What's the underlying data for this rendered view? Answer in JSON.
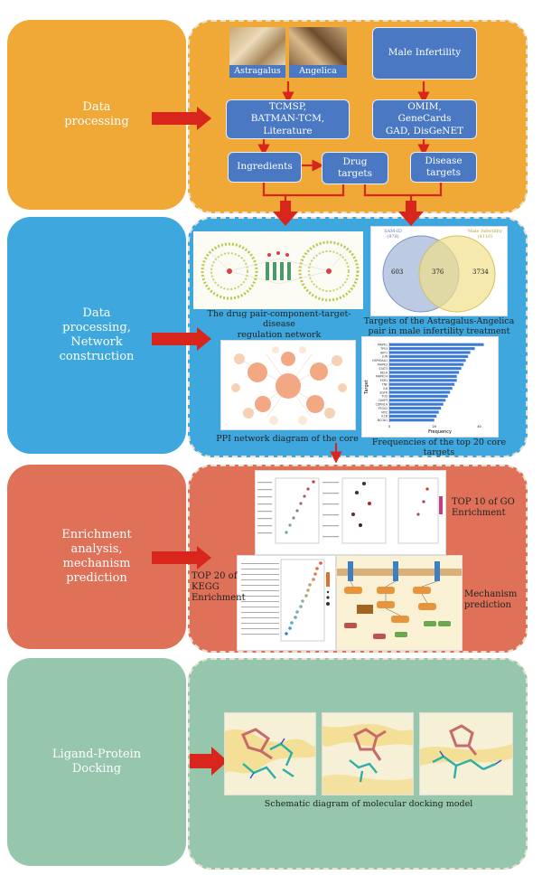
{
  "colors": {
    "row1": "#f0a836",
    "row2": "#3ea8de",
    "row3": "#df7158",
    "row4": "#96c7ad",
    "box_blue": "#4a78c2",
    "arrow_red": "#d8261c"
  },
  "rows": [
    {
      "label": "Data\nprocessing"
    },
    {
      "label": "Data\nprocessing,\nNetwork\nconstruction"
    },
    {
      "label": "Enrichment\nanalysis,\nmechanism\nprediction"
    },
    {
      "label": "Ligand-Protein\nDocking"
    }
  ],
  "section1": {
    "herb1": "Astragalus",
    "herb2": "Angelica",
    "male_infertility": "Male Infertility",
    "tcmsp": "TCMSP,\nBATMAN-TCM,\nLiterature",
    "omim": "OMIM,\nGeneCards\nGAD, DisGeNET",
    "ingredients": "Ingredients",
    "drug_targets": "Drug\ntargets",
    "disease_targets": "Disease\ntargets"
  },
  "section2": {
    "network_caption": "The drug pair-component-target-disease\nregulation network",
    "venn_caption": "Targets of the Astragalus-Angelica\npair in male infertility treatment",
    "ppi_caption": "PPI network diagram of the core",
    "bar_caption": "Frequencies of the top 20 core targets",
    "venn_left_value": "603",
    "venn_mid_value": "376",
    "venn_right_value": "3734",
    "venn_left_label": "SAM-ID\n(979)",
    "venn_right_label": "Male Infertility\n(4110)",
    "bar_ylabel": "Target",
    "bar_xlabel": "Frequency"
  },
  "section3": {
    "go_label": "TOP 10 of GO\nEnrichment",
    "kegg_label": "TOP 20 of\nKEGG\nEnrichment",
    "mech_label": "Mechanism\nprediction"
  },
  "section4": {
    "docking_caption": "Schematic diagram of molecular docking model"
  },
  "chart_data": {
    "type": "bar",
    "title": "",
    "xlabel": "Frequency",
    "ylabel": "Target",
    "categories": [
      "MAPK1",
      "TP53",
      "AKT1",
      "JUN",
      "HSP90AA1",
      "MAPK3",
      "STAT3",
      "RELA",
      "MAPK14",
      "ESR1",
      "TNF",
      "IL6",
      "EGFR",
      "FOS",
      "CASP3",
      "CDKN1A",
      "PTGS2",
      "MYC",
      "IL1B",
      "NCOA1"
    ],
    "values": [
      42,
      38,
      36,
      35,
      34,
      33,
      32,
      31,
      30,
      30,
      29,
      28,
      27,
      26,
      25,
      24,
      23,
      22,
      21,
      20
    ],
    "xlim": [
      0,
      45
    ]
  }
}
